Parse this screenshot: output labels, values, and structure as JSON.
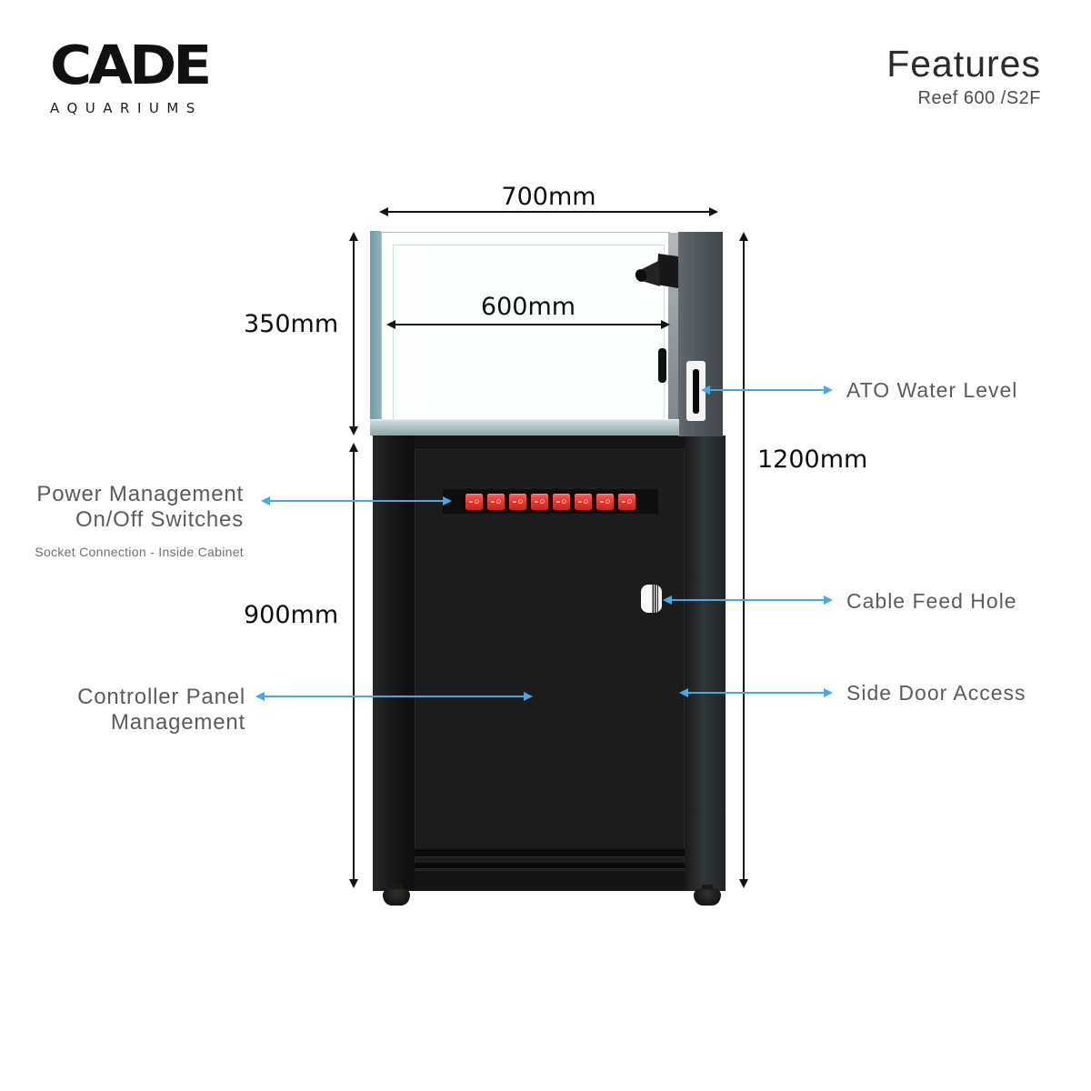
{
  "header": {
    "logo_title": "CADE",
    "logo_subtitle": "AQUARIUMS",
    "title": "Features",
    "subtitle": "Reef 600 /S2F"
  },
  "dimensions": {
    "top_width": "700mm",
    "inner_width": "600mm",
    "tank_height": "350mm",
    "cabinet_height": "900mm",
    "total_height": "1200mm"
  },
  "callouts": {
    "ato_water_level": "ATO Water Level",
    "power_management_line1": "Power Management",
    "power_management_line2": "On/Off Switches",
    "power_management_note": "Socket Connection - Inside Cabinet",
    "cable_feed_hole": "Cable Feed Hole",
    "controller_panel_line1": "Controller Panel",
    "controller_panel_line2": "Management",
    "side_door_access": "Side Door Access"
  },
  "switches": {
    "count": 8,
    "on_symbol": "‒",
    "off_symbol": "○"
  },
  "colors": {
    "callout_arrow_blue": "#46a8e8",
    "dimension_black": "#131313",
    "switch_red": "#ef3b34",
    "glass_teal": "#7ea7ae",
    "cabinet_black": "#161616"
  }
}
